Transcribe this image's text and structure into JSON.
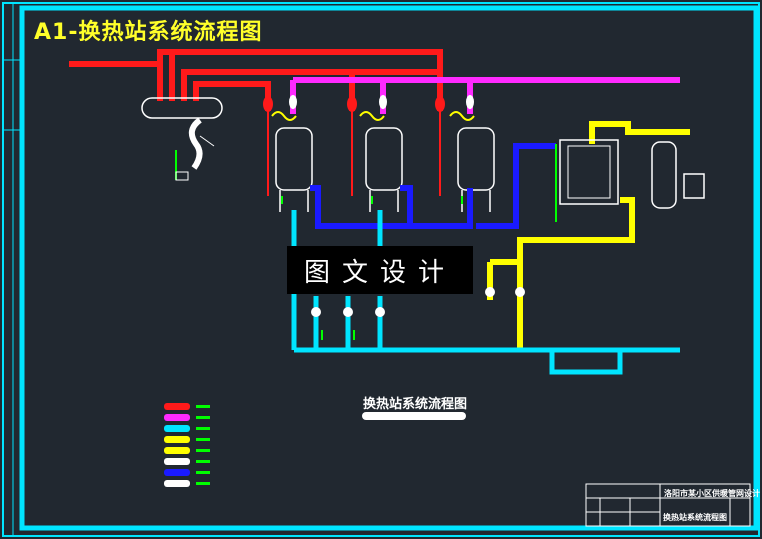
{
  "drawing": {
    "main_title": "A1-换热站系统流程图",
    "watermark": "图文设计",
    "sub_title": "换热站系统流程图"
  },
  "title_block": {
    "project": "洛阳市某小区供暖管网设计",
    "drawing_name": "换热站系统流程图"
  },
  "colors": {
    "background": "#212830",
    "frame": "#00e5ff",
    "supply_red": "#ff1a1a",
    "magenta": "#ff2aff",
    "cyan": "#00e5ff",
    "yellow": "#ffff00",
    "blue": "#1a1aff",
    "white": "#ffffff",
    "green": "#00ff00"
  },
  "legend": {
    "swatches": [
      "red",
      "magenta",
      "cyan",
      "yellow",
      "yellow",
      "white",
      "blue",
      "white"
    ]
  }
}
